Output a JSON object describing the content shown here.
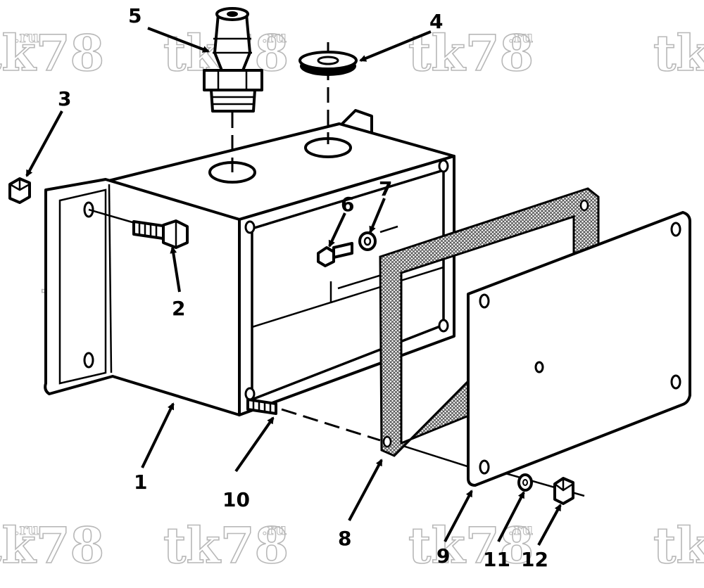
{
  "watermark": {
    "text": "tk78",
    "suffix": ".ru"
  },
  "callouts": [
    "1",
    "2",
    "3",
    "4",
    "5",
    "6",
    "7",
    "8",
    "9",
    "10",
    "11",
    "12"
  ]
}
